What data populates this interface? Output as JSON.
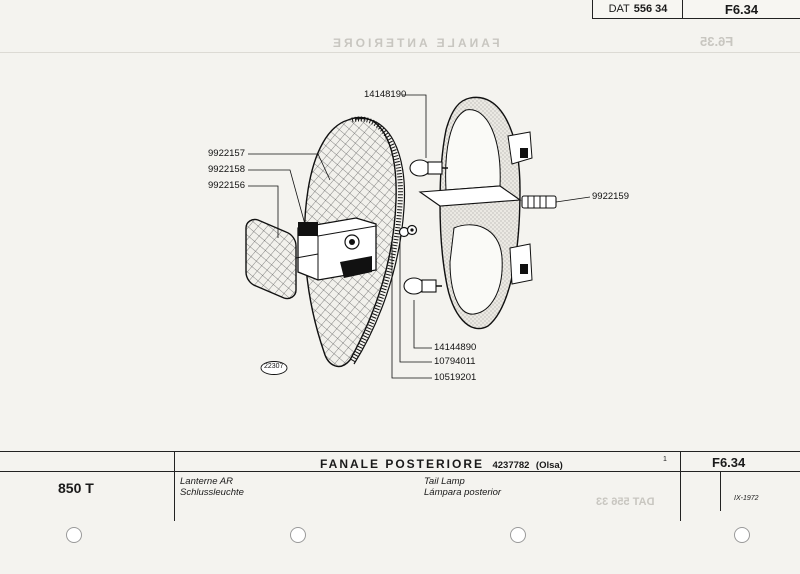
{
  "header": {
    "dat_label": "DAT",
    "dat_number": "556 34",
    "page_code": "F6.34"
  },
  "diagram": {
    "part_numbers": {
      "bulb_upper": "14148190",
      "lens_gasket": "9922157",
      "lens_holder": "9922158",
      "reflector": "9922156",
      "stud": "9922159",
      "bulb_lower": "14144890",
      "washer": "10794011",
      "nut": "10519201"
    },
    "figure_ref": "22307"
  },
  "footer": {
    "model": "850 T",
    "title": "FANALE POSTERIORE",
    "ref_number": "4237782",
    "supplier": "(Olsa)",
    "sheet_number": "1",
    "page_code": "F6.34",
    "date": "IX-1972",
    "lang_it_fr": "Lanterne AR",
    "lang_de": "Schlussleuchte",
    "lang_en": "Tail Lamp",
    "lang_es": "Lámpara posterior"
  },
  "colors": {
    "paper": "#f4f3ef",
    "ink": "#1a1a1a",
    "ghost_ink": "#c8c6c0"
  }
}
